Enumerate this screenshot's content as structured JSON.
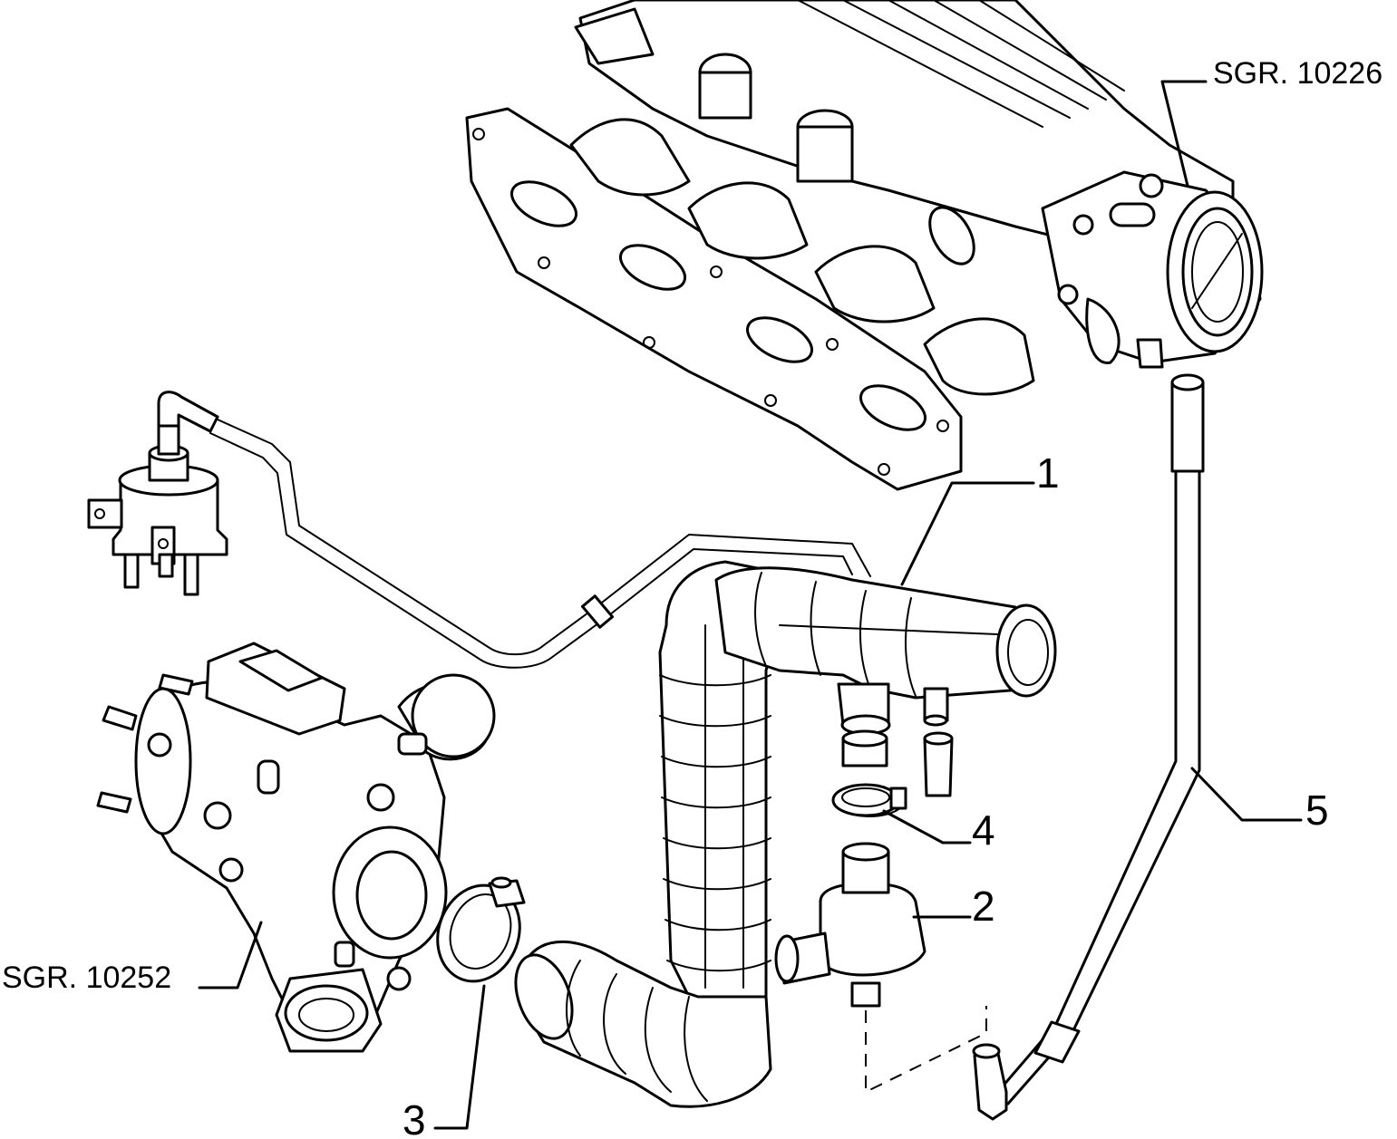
{
  "callouts": {
    "part_1": "1",
    "part_2": "2",
    "part_3": "3",
    "part_4": "4",
    "part_5": "5"
  },
  "references": {
    "intake_manifold": "SGR. 10226",
    "turbocharger": "SGR. 10252"
  },
  "colors": {
    "line": "#000000",
    "background": "#ffffff"
  }
}
